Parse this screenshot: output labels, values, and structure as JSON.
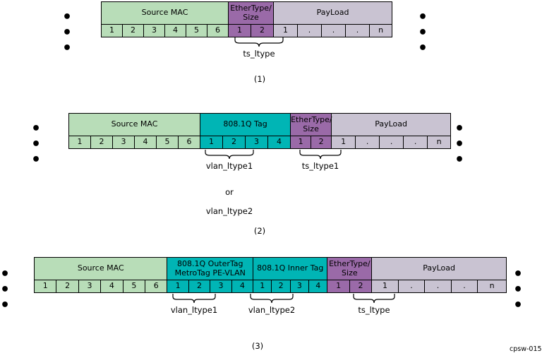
{
  "figure": {
    "id_label": "cpsw-015",
    "colors": {
      "mac": "#b8ddb8",
      "vlan_tag": "#00b5b5",
      "ethertype": "#9a6aa8",
      "payload": "#c9c3d2",
      "border": "#000000"
    },
    "ellipsis": "• • •"
  },
  "diagrams": [
    {
      "caption": "(1)",
      "fields": [
        {
          "name": "Source MAC",
          "color": "mac",
          "bytes": [
            "1",
            "2",
            "3",
            "4",
            "5",
            "6"
          ]
        },
        {
          "name": "EtherType/ Size",
          "color": "ethertype",
          "bytes": [
            "1",
            "2"
          ]
        },
        {
          "name": "PayLoad",
          "color": "payload",
          "bytes": [
            "1",
            ".",
            ".",
            ".",
            "n"
          ]
        }
      ],
      "callouts": [
        {
          "label": "ts_ltype",
          "alt": null
        }
      ]
    },
    {
      "caption": "(2)",
      "fields": [
        {
          "name": "Source MAC",
          "color": "mac",
          "bytes": [
            "1",
            "2",
            "3",
            "4",
            "5",
            "6"
          ]
        },
        {
          "name": "808.1Q Tag",
          "color": "vlan_tag",
          "bytes": [
            "1",
            "2",
            "3",
            "4"
          ]
        },
        {
          "name": "EtherType/ Size",
          "color": "ethertype",
          "bytes": [
            "1",
            "2"
          ]
        },
        {
          "name": "PayLoad",
          "color": "payload",
          "bytes": [
            "1",
            ".",
            ".",
            ".",
            "n"
          ]
        }
      ],
      "callouts": [
        {
          "label": "vlan_ltype1",
          "alt_or": "or",
          "alt": "vlan_ltype2"
        },
        {
          "label": "ts_ltype1",
          "alt": null
        }
      ]
    },
    {
      "caption": "(3)",
      "fields": [
        {
          "name": "Source MAC",
          "color": "mac",
          "bytes": [
            "1",
            "2",
            "3",
            "4",
            "5",
            "6"
          ]
        },
        {
          "name": "808.1Q OuterTag MetroTag PE-VLAN",
          "color": "vlan_tag",
          "bytes": [
            "1",
            "2",
            "3",
            "4"
          ]
        },
        {
          "name": "808.1Q Inner Tag",
          "color": "vlan_tag",
          "bytes": [
            "1",
            "2",
            "3",
            "4"
          ]
        },
        {
          "name": "EtherType/ Size",
          "color": "ethertype",
          "bytes": [
            "1",
            "2"
          ]
        },
        {
          "name": "PayLoad",
          "color": "payload",
          "bytes": [
            "1",
            ".",
            ".",
            ".",
            "n"
          ]
        }
      ],
      "callouts": [
        {
          "label": "vlan_ltype1",
          "alt": null
        },
        {
          "label": "vlan_ltype2",
          "alt": null
        },
        {
          "label": "ts_ltype",
          "alt": null
        }
      ]
    }
  ],
  "labels": {
    "d1_field_mac": "Source MAC",
    "d1_field_ethertype_l1": "EtherType/",
    "d1_field_ethertype_l2": "Size",
    "d1_field_payload": "PayLoad",
    "d1_b1": "1",
    "d1_b2": "2",
    "d1_b3": "3",
    "d1_b4": "4",
    "d1_b5": "5",
    "d1_b6": "6",
    "d1_e1": "1",
    "d1_e2": "2",
    "d1_p1": "1",
    "d1_p2": ".",
    "d1_p3": ".",
    "d1_p4": ".",
    "d1_p5": "n",
    "d1_callout1": "ts_ltype",
    "d1_caption": "(1)",
    "d2_field_mac": "Source MAC",
    "d2_field_tag": "808.1Q Tag",
    "d2_field_ethertype_l1": "EtherType/",
    "d2_field_ethertype_l2": "Size",
    "d2_field_payload": "PayLoad",
    "d2_b1": "1",
    "d2_b2": "2",
    "d2_b3": "3",
    "d2_b4": "4",
    "d2_b5": "5",
    "d2_b6": "6",
    "d2_t1": "1",
    "d2_t2": "2",
    "d2_t3": "3",
    "d2_t4": "4",
    "d2_e1": "1",
    "d2_e2": "2",
    "d2_p1": "1",
    "d2_p2": ".",
    "d2_p3": ".",
    "d2_p4": ".",
    "d2_p5": "n",
    "d2_callout1": "vlan_ltype1",
    "d2_callout1_or": "or",
    "d2_callout1_alt": "vlan_ltype2",
    "d2_callout2": "ts_ltype1",
    "d2_caption": "(2)",
    "d3_field_mac": "Source MAC",
    "d3_field_outer_l1": "808.1Q OuterTag",
    "d3_field_outer_l2": "MetroTag PE-VLAN",
    "d3_field_inner": "808.1Q Inner Tag",
    "d3_field_ethertype_l1": "EtherType/",
    "d3_field_ethertype_l2": "Size",
    "d3_field_payload": "PayLoad",
    "d3_b1": "1",
    "d3_b2": "2",
    "d3_b3": "3",
    "d3_b4": "4",
    "d3_b5": "5",
    "d3_b6": "6",
    "d3_o1": "1",
    "d3_o2": "2",
    "d3_o3": "3",
    "d3_o4": "4",
    "d3_i1": "1",
    "d3_i2": "2",
    "d3_i3": "3",
    "d3_i4": "4",
    "d3_e1": "1",
    "d3_e2": "2",
    "d3_p1": "1",
    "d3_p2": ".",
    "d3_p3": ".",
    "d3_p4": ".",
    "d3_p5": "n",
    "d3_callout1": "vlan_ltype1",
    "d3_callout2": "vlan_ltype2",
    "d3_callout3": "ts_ltype",
    "d3_caption": "(3)",
    "ellipsis_left": "• • •",
    "ellipsis_right": "• • •",
    "footer_id": "cpsw-015"
  }
}
